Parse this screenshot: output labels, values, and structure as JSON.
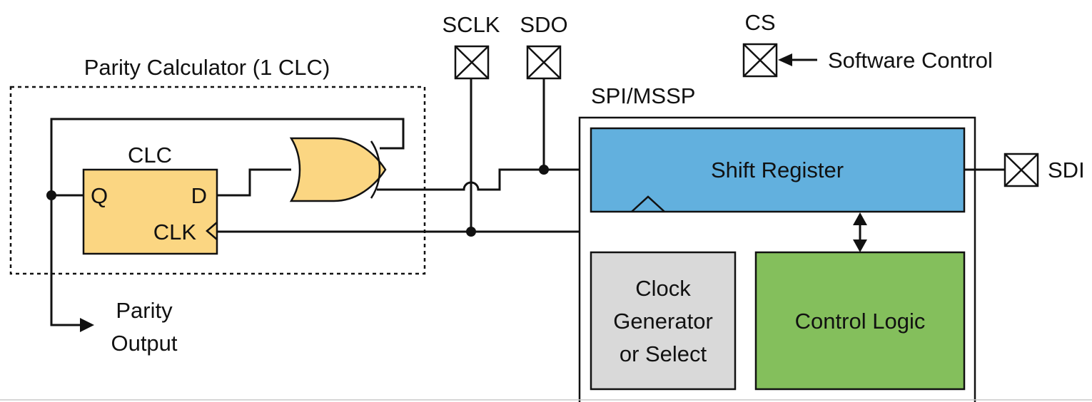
{
  "diagram": {
    "pins": {
      "sclk": "SCLK",
      "sdo": "SDO",
      "cs": "CS",
      "sdi": "SDI"
    },
    "annotations": {
      "software_control": "Software Control",
      "parity_calculator": "Parity Calculator (1 CLC)",
      "spi_mssp": "SPI/MSSP",
      "parity_output_line1": "Parity",
      "parity_output_line2": "Output"
    },
    "clc_block": {
      "title": "CLC",
      "q": "Q",
      "d": "D",
      "clk": "CLK"
    },
    "blocks": {
      "shift_register": "Shift Register",
      "clock_gen_line1": "Clock",
      "clock_gen_line2": "Generator",
      "clock_gen_line3": "or Select",
      "control_logic": "Control Logic"
    },
    "colors": {
      "clc_fill": "#fbd682",
      "xor_fill": "#fbd682",
      "shift_register_fill": "#62b0de",
      "clock_gen_fill": "#d9d9d9",
      "control_logic_fill": "#84bf5c",
      "line": "#111111"
    }
  }
}
